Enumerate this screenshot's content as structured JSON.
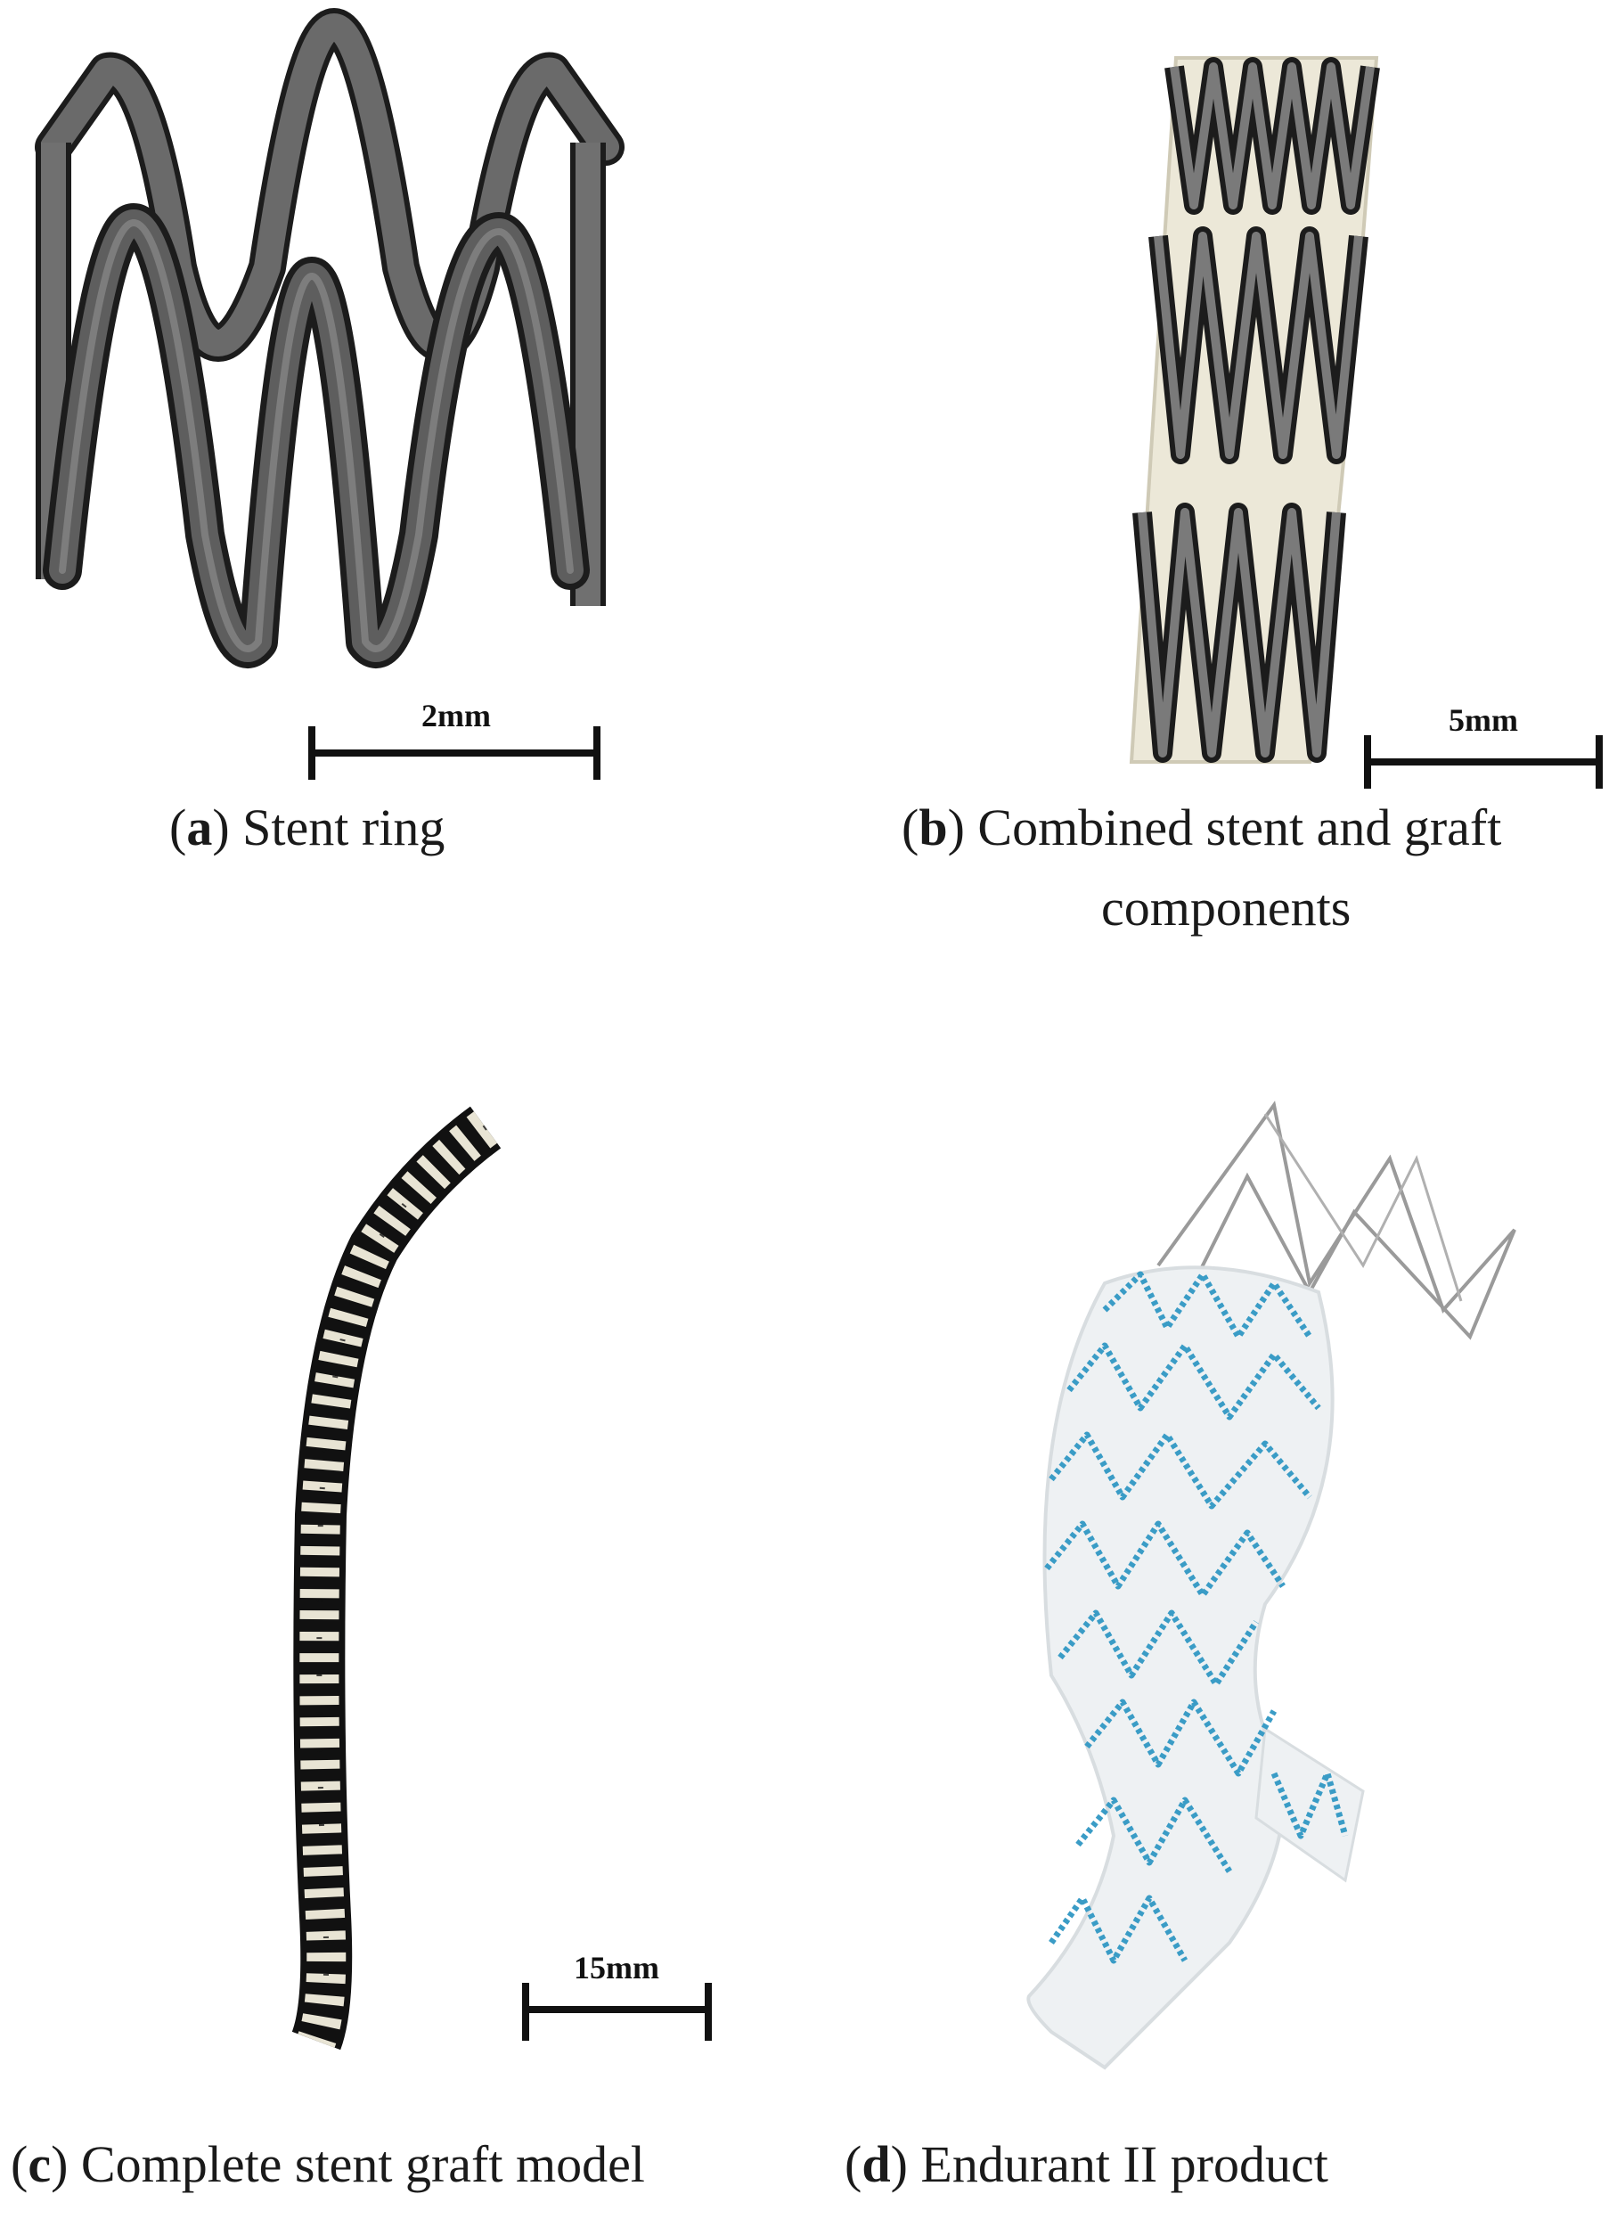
{
  "panels": [
    {
      "letter": "a",
      "caption": "Stent ring",
      "scale_bar": "2mm"
    },
    {
      "letter": "b",
      "caption_line1": "Combined stent and graft",
      "caption_line2": "components",
      "scale_bar": "5mm"
    },
    {
      "letter": "c",
      "caption": "Complete stent graft model",
      "scale_bar": "15mm"
    },
    {
      "letter": "d",
      "caption": "Endurant II product"
    }
  ],
  "colors": {
    "stent_metal": "#555555",
    "stent_edge": "#1c1c1c",
    "graft_fabric": "#ece8d8",
    "product_stitch": "#3a9cc6",
    "product_wire": "#9a9a9a"
  }
}
